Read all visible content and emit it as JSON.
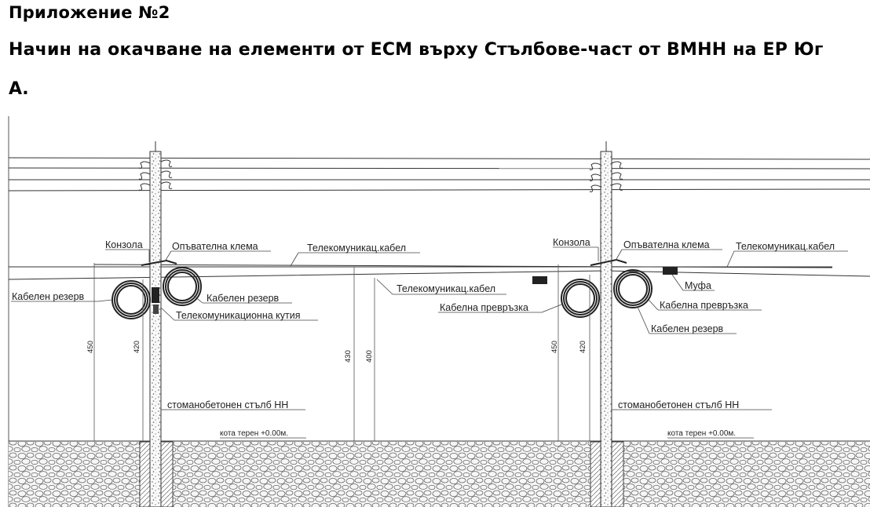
{
  "header": {
    "appendix": "Приложение №2",
    "title_line1": "Начин на окачване на елементи от ЕСМ върху Стълбове-част от ВМНН на ЕР Юг",
    "title_line2": "А."
  },
  "left_pole": {
    "console": "Конзола",
    "clamp": "Опъвателна клема",
    "telecom_cable_top": "Телекомуникац.кабел",
    "telecom_cable_mid": "Телекомуникац.кабел",
    "reserve_left": "Кабелен резерв",
    "reserve_right": "Кабелен резерв",
    "telecom_box": "Телекомуникационна кутия",
    "pole": "стоманобетонен стълб НН",
    "ground": "кота терен +0.00м.",
    "dims": {
      "d450": "450",
      "d420": "420",
      "d430": "430",
      "d400": "400"
    }
  },
  "right_pole": {
    "console": "Конзола",
    "clamp": "Опъвателна клема",
    "telecom_cable": "Телекомуникац.кабел",
    "sleeve": "Муфа",
    "link_left": "Кабелна превръзка",
    "link_right": "Кабелна превръзка",
    "reserve": "Кабелен резерв",
    "pole": "стоманобетонен стълб НН",
    "ground": "кота терен +0.00м.",
    "dims": {
      "d450": "450",
      "d420": "420"
    }
  },
  "colors": {
    "line": "#333333",
    "ground_fill": "#f4f4f4",
    "box": "#222222"
  }
}
